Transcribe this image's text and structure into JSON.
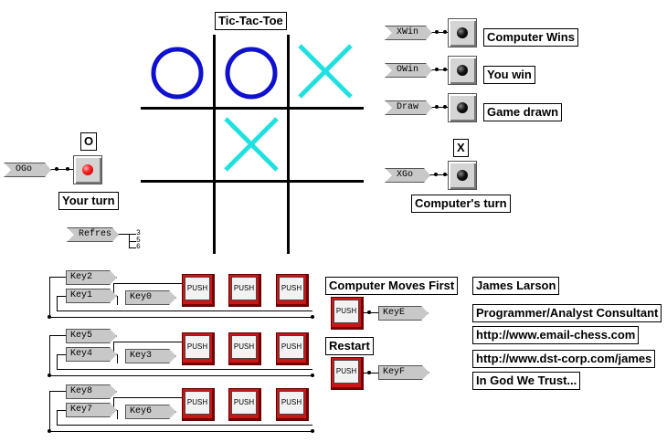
{
  "game": {
    "title": "Tic-Tac-Toe",
    "board": [
      "O",
      "O",
      "X",
      "",
      "X",
      "",
      "",
      "",
      ""
    ],
    "o_color": "#1010d0",
    "x_color": "#20e0e0"
  },
  "player": {
    "symbol": "O",
    "input_tag": "OGo",
    "status": "Your turn",
    "led_color": "#ff2020"
  },
  "computer": {
    "symbol": "X",
    "input_tag": "XGo",
    "status": "Computer's turn"
  },
  "results": [
    {
      "tag": "XWin",
      "label": "Computer Wins"
    },
    {
      "tag": "OWin",
      "label": "You win"
    },
    {
      "tag": "Draw",
      "label": "Game drawn"
    }
  ],
  "refresh": {
    "tag": "Refres",
    "outputs": [
      "3",
      "5",
      "6"
    ]
  },
  "key_groups": [
    {
      "keys": [
        "Key2",
        "Key1",
        "Key0"
      ]
    },
    {
      "keys": [
        "Key5",
        "Key4",
        "Key3"
      ]
    },
    {
      "keys": [
        "Key8",
        "Key7",
        "Key6"
      ]
    }
  ],
  "push_label": "PUSH",
  "controls": [
    {
      "label": "Computer Moves First",
      "tag": "KeyE"
    },
    {
      "label": "Restart",
      "tag": "KeyF"
    }
  ],
  "info": [
    "James Larson",
    "Programmer/Analyst Consultant",
    "http://www.email-chess.com",
    "http://www.dst-corp.com/james",
    "In God We Trust..."
  ]
}
